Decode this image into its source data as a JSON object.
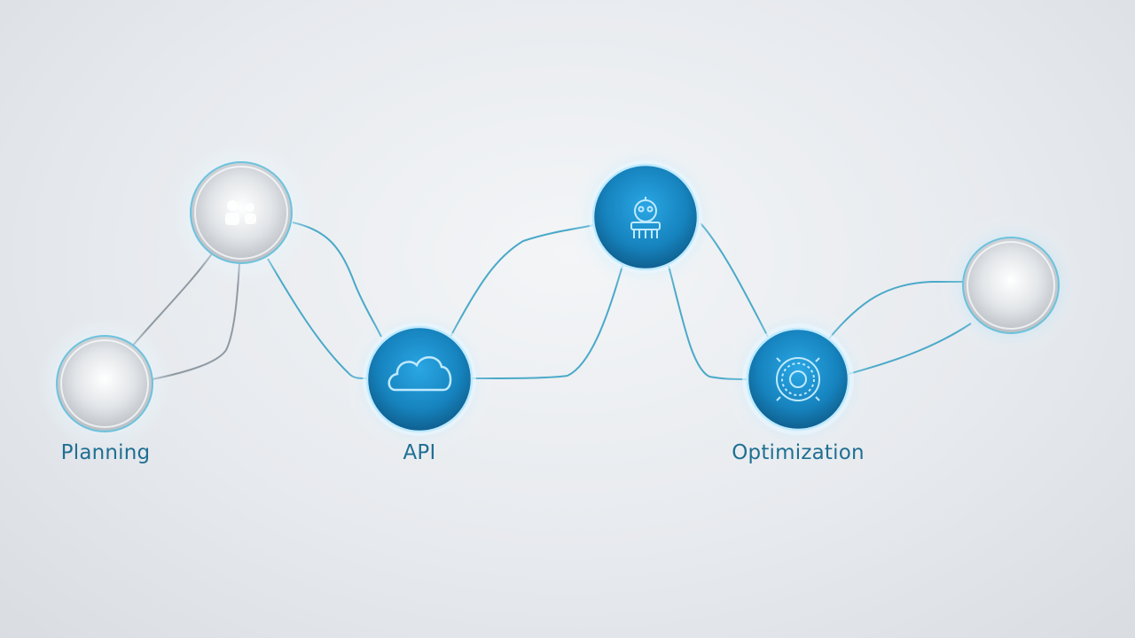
{
  "colors": {
    "connector": "#4aa9c9",
    "connector_gray": "#8f9aa3",
    "node_blue": "#1886c2",
    "node_gray": "#cfd3d7",
    "label": "#1f6f93",
    "icon": "#bfe9ff"
  },
  "nodes": [
    {
      "id": "planning",
      "style": "gray",
      "icon": "none",
      "label": "Planning"
    },
    {
      "id": "people",
      "style": "gray",
      "icon": "people-icon",
      "label": ""
    },
    {
      "id": "api",
      "style": "blue",
      "icon": "cloud-icon",
      "label": "API"
    },
    {
      "id": "automation",
      "style": "blue",
      "icon": "robot-icon",
      "label": ""
    },
    {
      "id": "optimization",
      "style": "blue",
      "icon": "gear-icon",
      "label": "Optimization"
    },
    {
      "id": "endpoint",
      "style": "gray",
      "icon": "none",
      "label": ""
    }
  ],
  "labels": {
    "planning": "Planning",
    "api": "API",
    "optimization": "Optimization"
  }
}
